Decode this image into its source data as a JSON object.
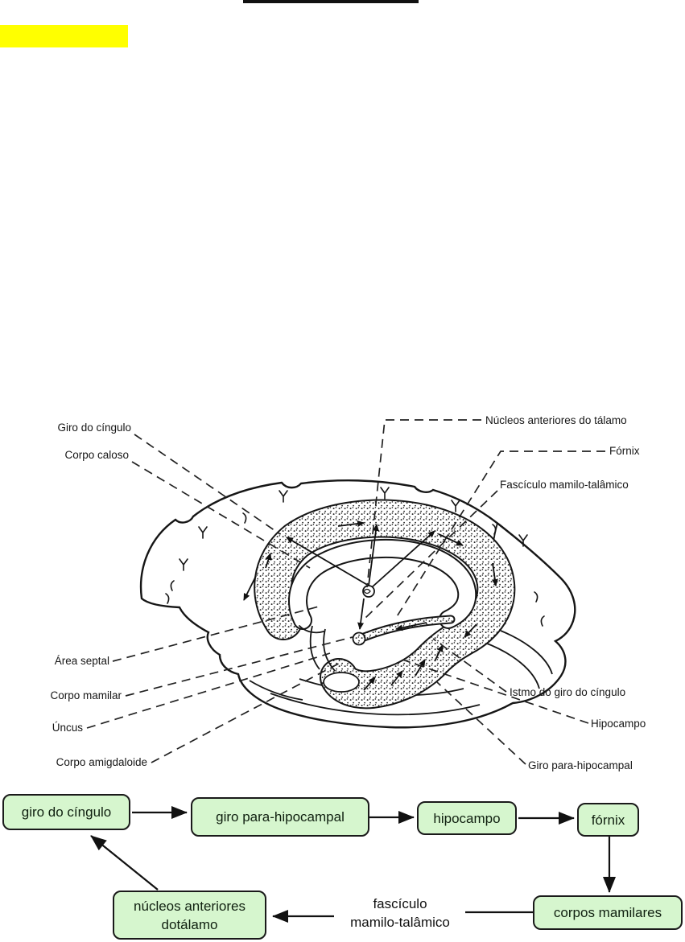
{
  "colors": {
    "highlight": "#ffff00",
    "node_fill": "#d6f6ce",
    "node_border": "#1a1a1a",
    "ink": "#111111"
  },
  "diagram_labels": {
    "giro_cingulo": "Giro do cíngulo",
    "corpo_caloso": "Corpo caloso",
    "nucleos_anteriores": "Núcleos anteriores do tálamo",
    "fornix": "Fórnix",
    "fasciculo": "Fascículo mamilo-talâmico",
    "area_septal": "Área septal",
    "corpo_mamilar": "Corpo mamilar",
    "uncus": "Úncus",
    "corpo_amigdaloide": "Corpo amigdaloide",
    "istmo": "Istmo do giro do cíngulo",
    "hipocampo": "Hipocampo",
    "giro_parahipocampal": "Giro para-hipocampal"
  },
  "flowchart": {
    "giro_cingulo": "giro do cíngulo",
    "giro_parahipocampal": "giro para-hipocampal",
    "hipocampo": "hipocampo",
    "fornix": "fórnix",
    "corpos_mamilares": "corpos mamilares",
    "nucleos_line1": "núcleos anteriores",
    "nucleos_line2": "dotálamo",
    "fasciculo_line1": "fascículo",
    "fasciculo_line2": "mamilo-talâmico"
  }
}
